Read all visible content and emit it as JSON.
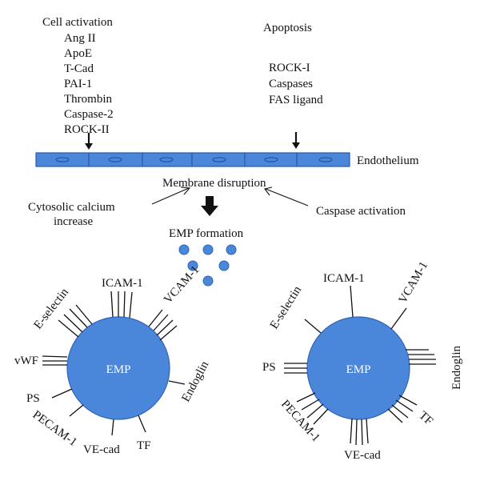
{
  "cell_activation": {
    "title": "Cell activation",
    "items": [
      "Ang II",
      "ApoE",
      "T-Cad",
      "PAI-1",
      "Thrombin",
      "Caspase-2",
      "ROCK-II"
    ]
  },
  "apoptosis": {
    "title": "Apoptosis",
    "items": [
      "ROCK-I",
      "Caspases",
      "FAS ligand"
    ]
  },
  "endothelium_label": "Endothelium",
  "membrane_disruption": "Membrane disruption",
  "cytosolic_calcium": [
    "Cytosolic calcium",
    "increase"
  ],
  "caspase_activation": "Caspase activation",
  "emp_formation": "EMP formation",
  "left_emp": {
    "center": "EMP",
    "receptors": [
      {
        "name": "ICAM-1",
        "lines": 4
      },
      {
        "name": "VCAM-1",
        "lines": 4
      },
      {
        "name": "E-selectin",
        "lines": 4
      },
      {
        "name": "vWF",
        "lines": 3
      },
      {
        "name": "Endoglin",
        "lines": 1
      },
      {
        "name": "PS",
        "lines": 1
      },
      {
        "name": "PECAM-1",
        "lines": 1
      },
      {
        "name": "VE-cad",
        "lines": 1
      },
      {
        "name": "TF",
        "lines": 1
      }
    ]
  },
  "right_emp": {
    "center": "EMP",
    "receptors": [
      {
        "name": "ICAM-1",
        "lines": 1
      },
      {
        "name": "VCAM-1",
        "lines": 1
      },
      {
        "name": "E-selectin",
        "lines": 1
      },
      {
        "name": "Endoglin",
        "lines": 4
      },
      {
        "name": "PS",
        "lines": 3
      },
      {
        "name": "PECAM-1",
        "lines": 4
      },
      {
        "name": "TF",
        "lines": 4
      },
      {
        "name": "VE-cad",
        "lines": 4
      }
    ]
  },
  "colors": {
    "cell_fill": "#4a86d9",
    "emp_fill": "#4a86d9",
    "text": "#111111"
  }
}
